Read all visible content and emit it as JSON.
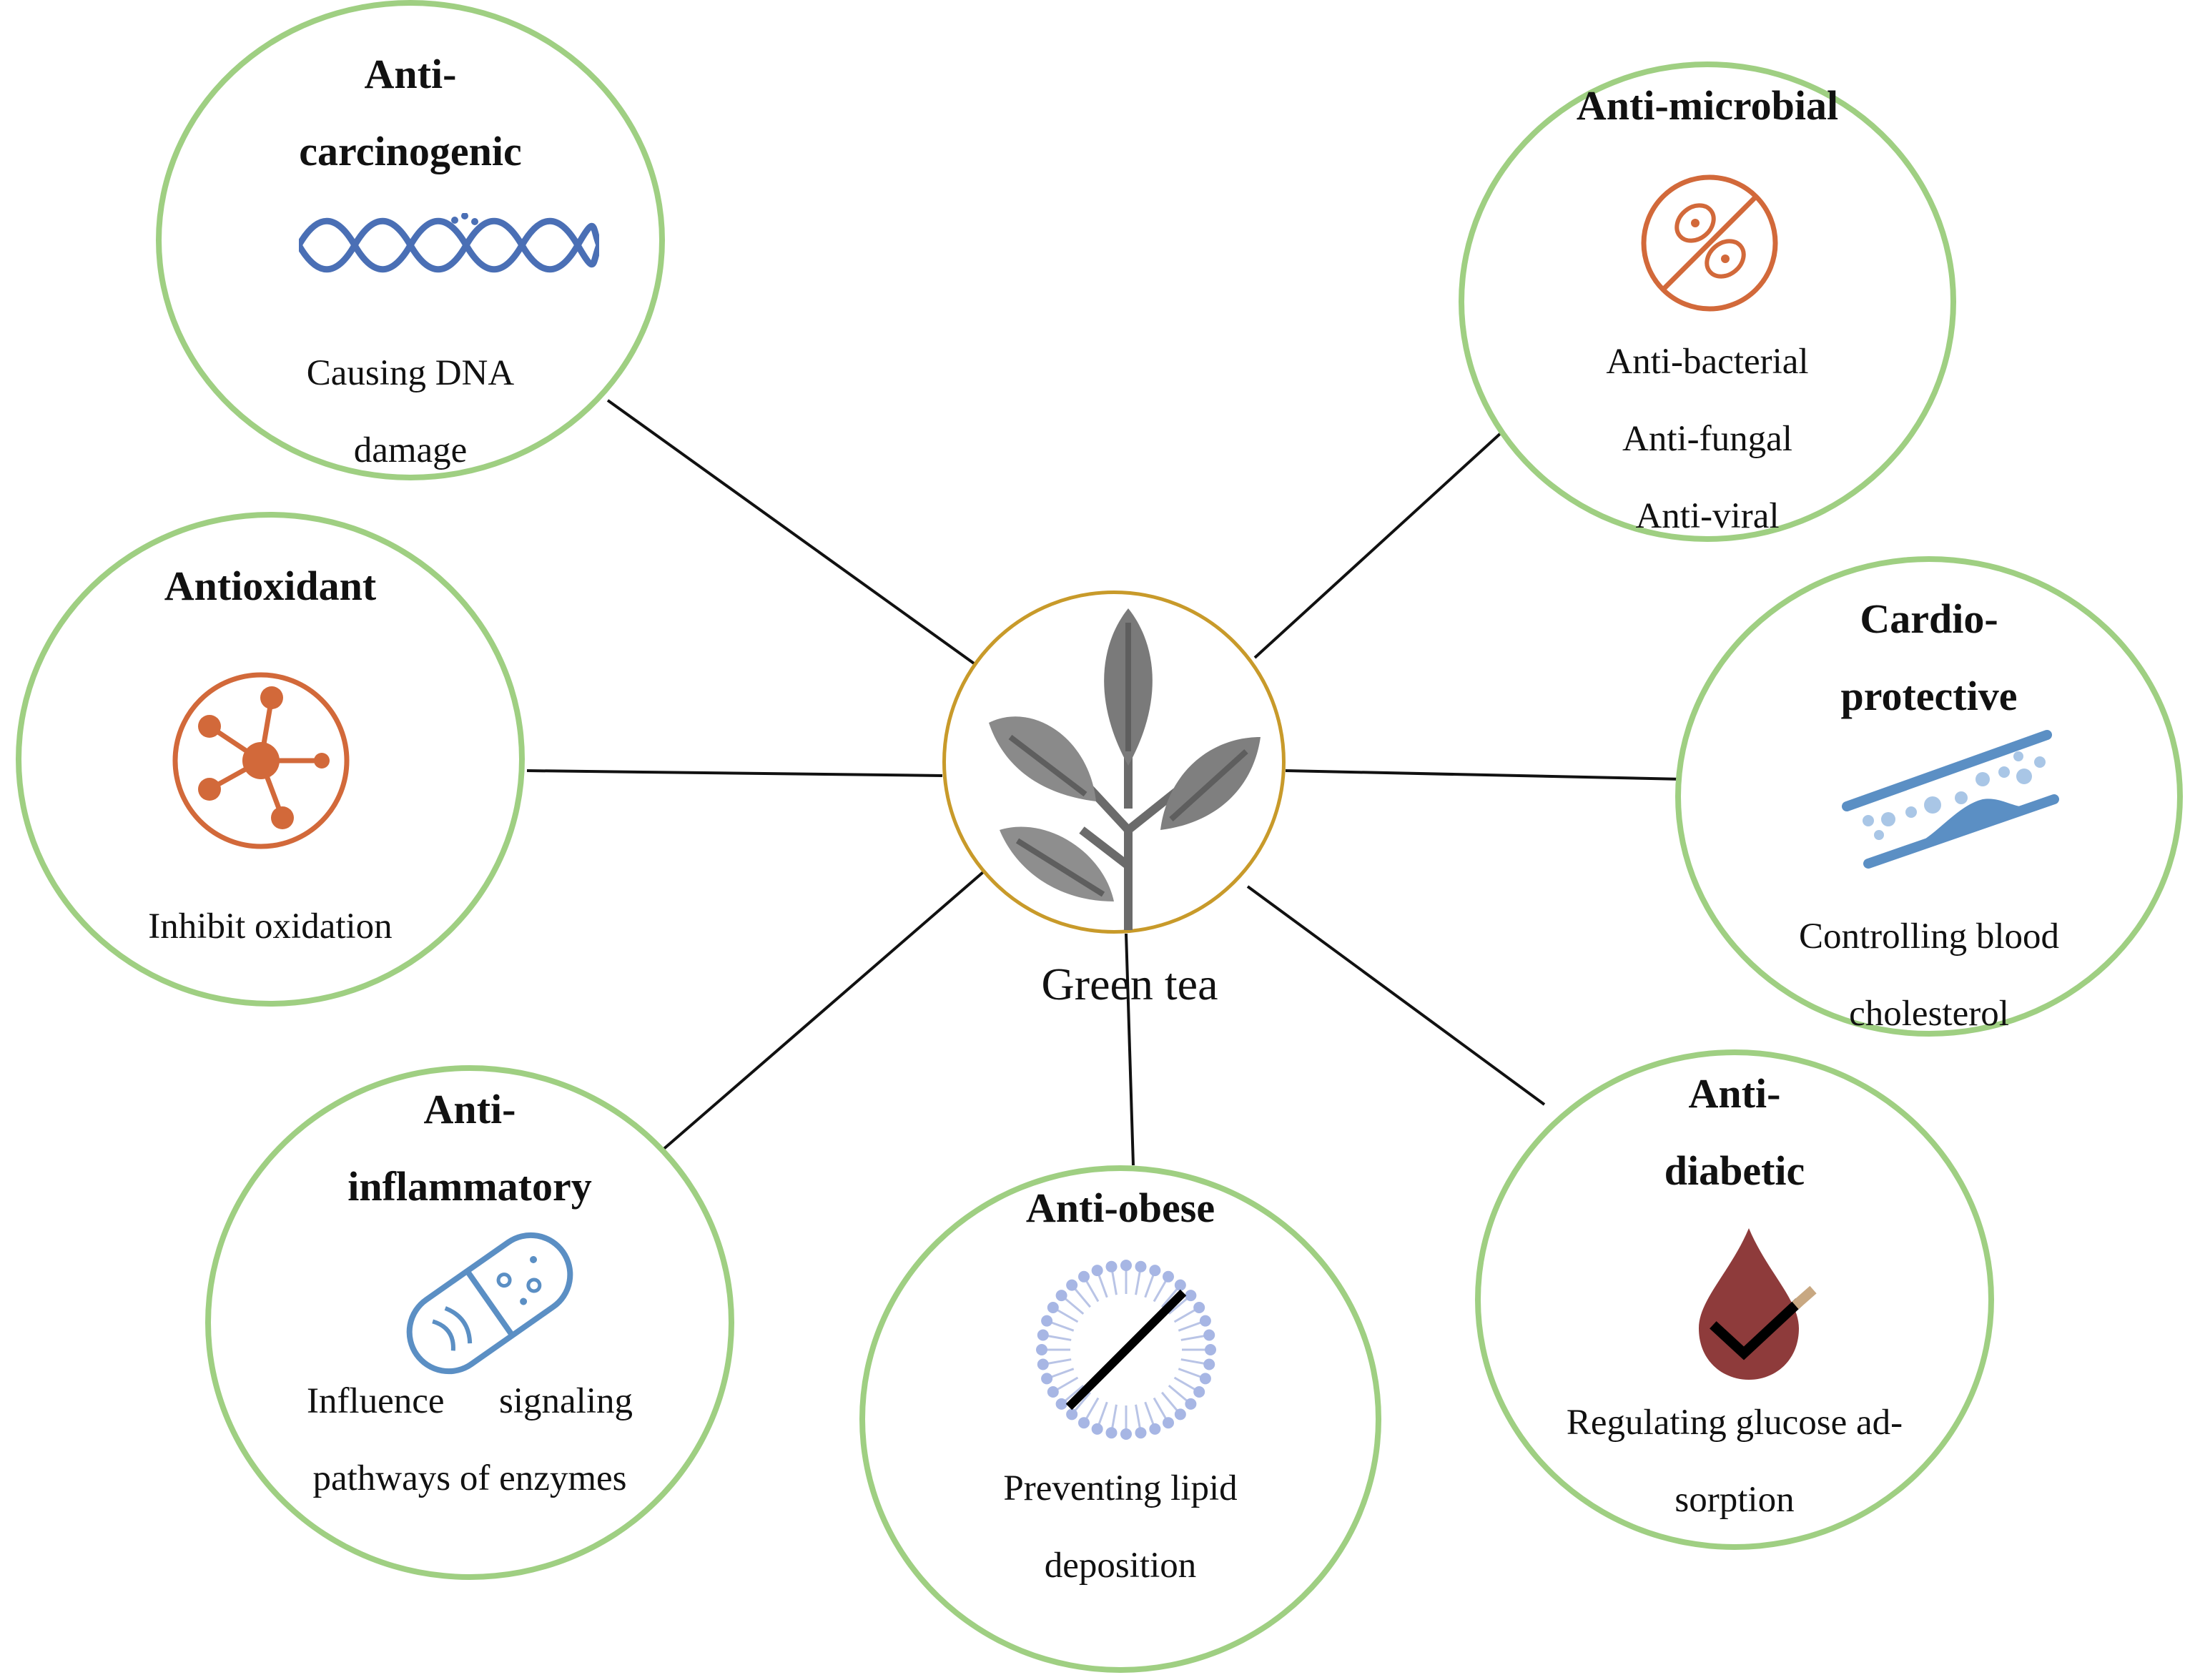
{
  "center": {
    "label": "Green tea",
    "icon": "green-tea-leaves-icon",
    "ring_color": "#c89a2a"
  },
  "colors": {
    "ring": "#9fcf82",
    "dna": "#4a6fb5",
    "accent_orange": "#d2693a",
    "blue": "#5b8fc4",
    "droplet": "#8e3b3b"
  },
  "nodes": {
    "anticarcinogenic": {
      "title_lines": [
        "Anti-",
        "carcinogenic"
      ],
      "desc_lines": [
        "Causing DNA",
        "damage"
      ],
      "icon": "dna-helix-icon"
    },
    "antimicrobial": {
      "title_lines": [
        "Anti-microbial"
      ],
      "desc_lines": [
        "Anti-bacterial",
        "Anti-fungal",
        "Anti-viral"
      ],
      "icon": "no-bacteria-icon"
    },
    "antioxidant": {
      "title_lines": [
        "Antioxidant"
      ],
      "desc_lines": [
        "Inhibit oxidation"
      ],
      "icon": "molecule-icon"
    },
    "cardioprotective": {
      "title_lines": [
        "Cardio-",
        "protective"
      ],
      "desc_lines": [
        "Controlling blood",
        "cholesterol"
      ],
      "icon": "artery-plaque-icon"
    },
    "antiinflammatory": {
      "title_lines": [
        "Anti-",
        "inflammatory"
      ],
      "desc_lines": [
        "Influence      signaling",
        "pathways of enzymes"
      ],
      "icon": "capsule-bacteria-icon"
    },
    "antiobese": {
      "title_lines": [
        "Anti-obese"
      ],
      "desc_lines": [
        "Preventing lipid",
        "deposition"
      ],
      "icon": "no-lipid-icon"
    },
    "antidiabetic": {
      "title_lines": [
        "Anti-",
        "diabetic"
      ],
      "desc_lines": [
        "Regulating glucose ad-",
        "sorption"
      ],
      "icon": "blood-drop-check-icon"
    }
  }
}
